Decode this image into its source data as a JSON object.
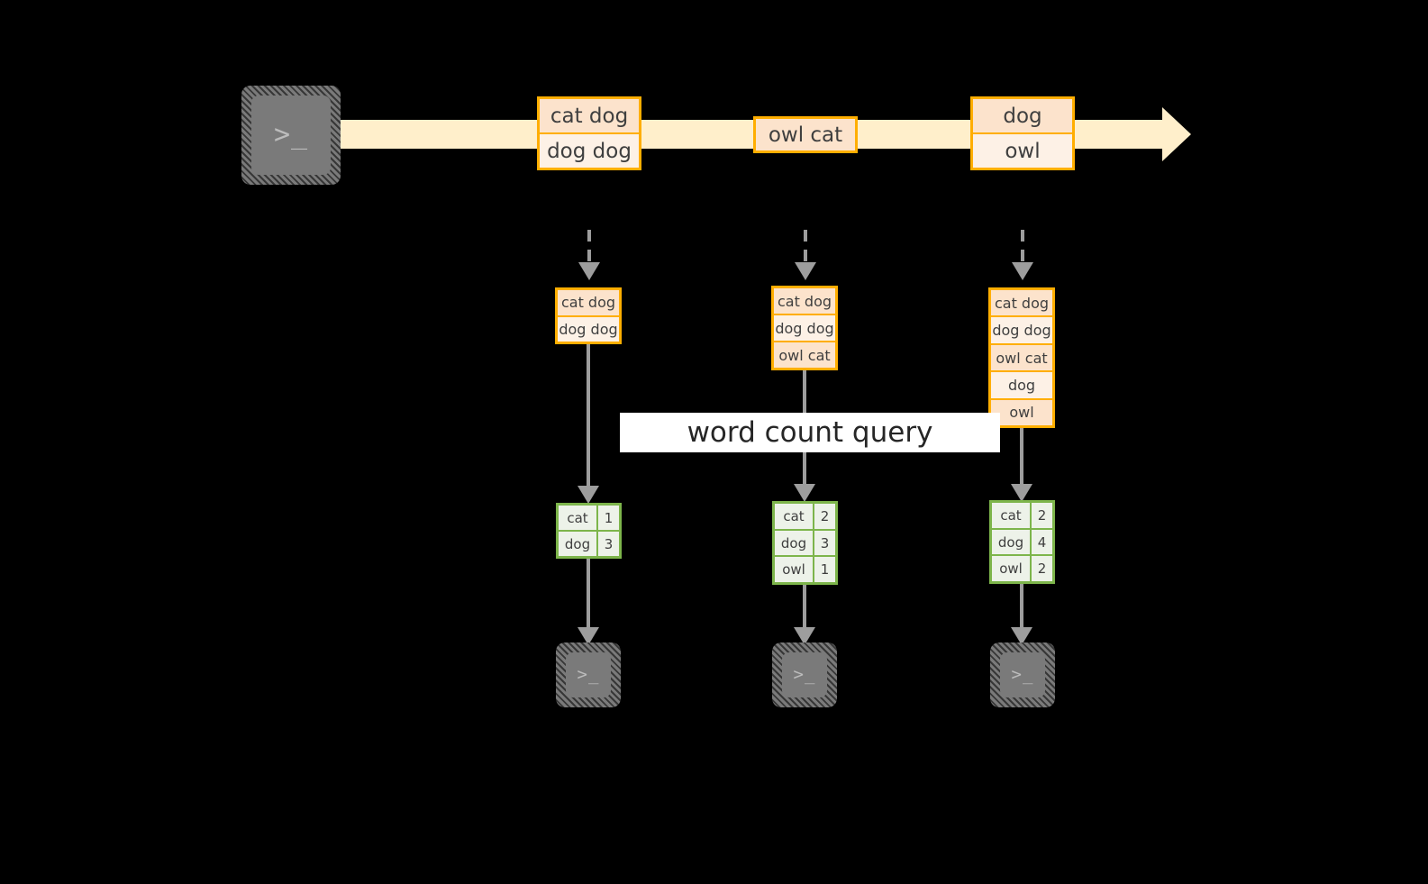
{
  "diagram": {
    "title_banner": "word count query",
    "colors": {
      "stream_band": "#FFEFCB",
      "record_border": "#FFAE00",
      "record_fill_dark": "#FCE3CC",
      "record_fill_light": "#FDF1E6",
      "table_border": "#7DB54B",
      "table_fill": "#EDF2E9",
      "arrow_gray": "#9D9D9D",
      "terminal_gray": "#7A7A7A",
      "background": "#000000"
    },
    "terminal_icons": {
      "producer": {
        "name": "terminal-icon",
        "glyph": ">_"
      },
      "consumers": [
        {
          "name": "terminal-icon",
          "glyph": ">_"
        },
        {
          "name": "terminal-icon",
          "glyph": ">_"
        },
        {
          "name": "terminal-icon",
          "glyph": ">_"
        }
      ]
    },
    "stream": {
      "records": [
        {
          "lines": [
            "cat dog",
            "dog dog"
          ]
        },
        {
          "lines": [
            "owl cat"
          ]
        },
        {
          "lines": [
            "dog",
            "owl"
          ]
        }
      ]
    },
    "snapshots": [
      {
        "id": "snapshot-1",
        "lines": [
          "cat dog",
          "dog dog"
        ],
        "result": {
          "rows": [
            {
              "word": "cat",
              "count": "1"
            },
            {
              "word": "dog",
              "count": "3"
            }
          ]
        }
      },
      {
        "id": "snapshot-2",
        "lines": [
          "cat dog",
          "dog dog",
          "owl cat"
        ],
        "result": {
          "rows": [
            {
              "word": "cat",
              "count": "2"
            },
            {
              "word": "dog",
              "count": "3"
            },
            {
              "word": "owl",
              "count": "1"
            }
          ]
        }
      },
      {
        "id": "snapshot-3",
        "lines": [
          "cat dog",
          "dog dog",
          "owl cat",
          "dog",
          "owl"
        ],
        "result": {
          "rows": [
            {
              "word": "cat",
              "count": "2"
            },
            {
              "word": "dog",
              "count": "4"
            },
            {
              "word": "owl",
              "count": "2"
            }
          ]
        }
      }
    ]
  }
}
